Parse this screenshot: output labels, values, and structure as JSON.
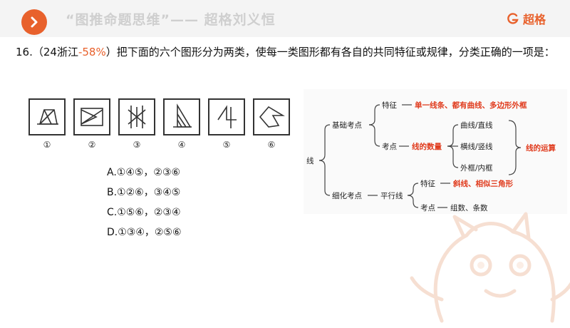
{
  "header": {
    "title": "“图推命题思维”—— 超格刘义恒",
    "brand": "超格"
  },
  "question": {
    "number": "16.",
    "source_open": "（24浙江",
    "rate": "-58%",
    "source_close": "）",
    "text": "把下面的六个图形分为两类，使每一类图形都有各自的共同特征或规律，分类正确的一项是："
  },
  "figure_labels": [
    "①",
    "②",
    "③",
    "④",
    "⑤",
    "⑥"
  ],
  "options": [
    "A.①④⑤，②③⑥",
    "B.①②⑥，③④⑤",
    "C.①⑤⑥，②③④",
    "D.①③④，②⑤⑥"
  ],
  "mindmap": {
    "root": "线",
    "basic": "基础考点",
    "feature": "特征",
    "feature_detail": "单一线条、都有曲线、多边形外框",
    "point": "考点",
    "line_count": "线的数量",
    "sub1": "曲线/直线",
    "sub2": "横线/竖线",
    "sub3": "外框/内框",
    "operation": "线的运算",
    "detail": "细化考点",
    "parallel": "平行线",
    "feature2": "特征",
    "feature2_detail": "斜线、相似三角形",
    "point2": "考点",
    "point2_detail": "组数、条数"
  },
  "colors": {
    "accent": "#e8612c",
    "highlight": "#e03a1c"
  }
}
